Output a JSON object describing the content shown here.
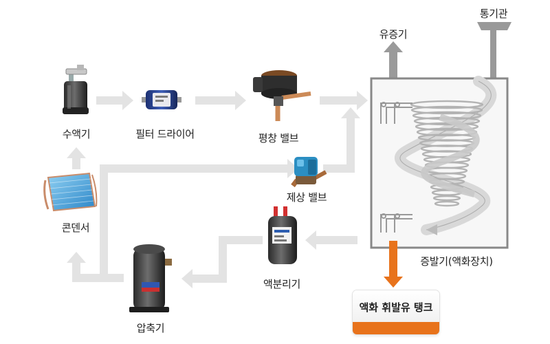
{
  "components": {
    "receiver": "수액기",
    "filter_drier": "필터 드라이어",
    "expansion_valve": "평창 밸브",
    "defrost_valve": "제상 밸브",
    "condenser": "콘덴서",
    "compressor": "압축기",
    "accumulator": "액분리기",
    "evaporator": "증발기(액화장치)",
    "oil_outlet": "유증기",
    "vent_pipe": "통기관"
  },
  "tank_button": "액화 휘발유 탱크",
  "colors": {
    "flow_arrow": "#e3e3e3",
    "vapor_arrow": "#9a9a9a",
    "drain_arrow": "#e8731c",
    "vent_pipe": "#999999",
    "evaporator_border": "#888888"
  }
}
